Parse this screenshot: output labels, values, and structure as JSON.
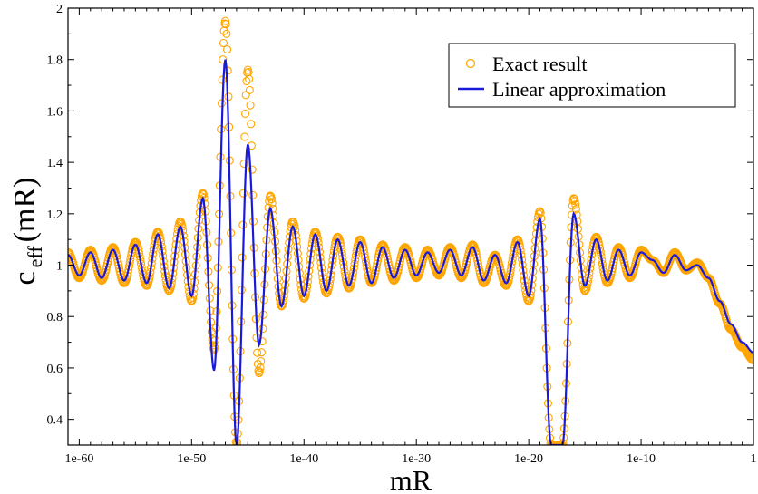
{
  "chart_data": {
    "type": "line",
    "xlabel": "mR",
    "ylabel_main": "c",
    "ylabel_sub": "eff",
    "ylabel_tail": "(mR)",
    "x_scale": "log",
    "xlim": [
      1e-61,
      1
    ],
    "ylim": [
      0.3,
      2.0
    ],
    "x_ticks": [
      {
        "value": 1e-60,
        "label": "1e-60"
      },
      {
        "value": 1e-50,
        "label": "1e-50"
      },
      {
        "value": 1e-40,
        "label": "1e-40"
      },
      {
        "value": 1e-30,
        "label": "1e-30"
      },
      {
        "value": 1e-20,
        "label": "1e-20"
      },
      {
        "value": 1e-10,
        "label": "1e-10"
      },
      {
        "value": 1,
        "label": "1"
      }
    ],
    "y_ticks": [
      {
        "value": 0.4,
        "label": "0.4"
      },
      {
        "value": 0.6,
        "label": "0.6"
      },
      {
        "value": 0.8,
        "label": "0.8"
      },
      {
        "value": 1.0,
        "label": "1"
      },
      {
        "value": 1.2,
        "label": "1.2"
      },
      {
        "value": 1.4,
        "label": "1.4"
      },
      {
        "value": 1.6,
        "label": "1.6"
      },
      {
        "value": 1.8,
        "label": "1.8"
      },
      {
        "value": 2.0,
        "label": "2"
      }
    ],
    "grid": false,
    "legend_position": "top-right",
    "series": [
      {
        "name": "Exact result",
        "style": "markers",
        "marker": "open-circle",
        "color": "#ffa500",
        "points": [
          [
            1e-61,
            1.05
          ],
          [
            1e-60,
            0.95
          ],
          [
            1e-59,
            1.06
          ],
          [
            1e-58,
            0.94
          ],
          [
            1e-57,
            1.07
          ],
          [
            1e-56,
            0.93
          ],
          [
            1e-55,
            1.09
          ],
          [
            1e-54,
            0.92
          ],
          [
            1e-53,
            1.13
          ],
          [
            1e-52,
            0.9
          ],
          [
            1e-51,
            1.17
          ],
          [
            1e-50,
            0.86
          ],
          [
            1e-49,
            1.28
          ],
          [
            1e-48,
            0.67
          ],
          [
            1e-47,
            1.95
          ],
          [
            1e-46,
            0.3
          ],
          [
            1e-45,
            1.76
          ],
          [
            1e-44,
            0.58
          ],
          [
            1e-43,
            1.27
          ],
          [
            1e-42,
            0.84
          ],
          [
            1e-41,
            1.17
          ],
          [
            1e-40,
            0.87
          ],
          [
            1e-39,
            1.13
          ],
          [
            1e-38,
            0.89
          ],
          [
            1e-37,
            1.11
          ],
          [
            1e-36,
            0.91
          ],
          [
            1e-35,
            1.1
          ],
          [
            1e-34,
            0.93
          ],
          [
            1e-33,
            1.08
          ],
          [
            1e-32,
            0.94
          ],
          [
            1e-31,
            1.07
          ],
          [
            1e-30,
            0.95
          ],
          [
            1e-29,
            1.06
          ],
          [
            1e-28,
            0.96
          ],
          [
            1e-27,
            1.07
          ],
          [
            1e-26,
            0.95
          ],
          [
            1e-25,
            1.08
          ],
          [
            1e-24,
            0.93
          ],
          [
            1e-23,
            1.04
          ],
          [
            1e-22,
            0.92
          ],
          [
            1e-21,
            1.1
          ],
          [
            1e-20,
            0.86
          ],
          [
            1e-19,
            1.21
          ],
          [
            1e-18,
            0.3
          ],
          [
            1e-17,
            0.3
          ],
          [
            1e-16,
            1.26
          ],
          [
            1e-15,
            0.9
          ],
          [
            1e-14,
            1.11
          ],
          [
            1e-13,
            0.93
          ],
          [
            1e-12,
            1.07
          ],
          [
            1e-11,
            0.95
          ],
          [
            1e-10,
            1.06
          ],
          [
            1e-09,
            1.02
          ],
          [
            1e-08,
            0.97
          ],
          [
            1e-07,
            1.05
          ],
          [
            1e-06,
            0.98
          ],
          [
            1e-05,
            1.01
          ],
          [
            0.0001,
            0.95
          ],
          [
            0.001,
            0.85
          ],
          [
            0.01,
            0.75
          ],
          [
            0.1,
            0.68
          ],
          [
            1,
            0.63
          ]
        ]
      },
      {
        "name": "Linear approximation",
        "style": "line",
        "color": "#1a1adb",
        "points": [
          [
            1e-61,
            1.04
          ],
          [
            1e-60,
            0.96
          ],
          [
            1e-59,
            1.05
          ],
          [
            1e-58,
            0.95
          ],
          [
            1e-57,
            1.06
          ],
          [
            1e-56,
            0.94
          ],
          [
            1e-55,
            1.08
          ],
          [
            1e-54,
            0.93
          ],
          [
            1e-53,
            1.12
          ],
          [
            1e-52,
            0.91
          ],
          [
            1e-51,
            1.15
          ],
          [
            1e-50,
            0.88
          ],
          [
            1e-49,
            1.26
          ],
          [
            1e-48,
            0.59
          ],
          [
            1e-47,
            1.8
          ],
          [
            1e-46,
            0.3
          ],
          [
            1e-45,
            1.47
          ],
          [
            1e-44,
            0.69
          ],
          [
            1e-43,
            1.22
          ],
          [
            1e-42,
            0.84
          ],
          [
            1e-41,
            1.15
          ],
          [
            1e-40,
            0.88
          ],
          [
            1e-39,
            1.12
          ],
          [
            1e-38,
            0.9
          ],
          [
            1e-37,
            1.1
          ],
          [
            1e-36,
            0.92
          ],
          [
            1e-35,
            1.09
          ],
          [
            1e-34,
            0.93
          ],
          [
            1e-33,
            1.07
          ],
          [
            1e-32,
            0.95
          ],
          [
            1e-31,
            1.06
          ],
          [
            1e-30,
            0.96
          ],
          [
            1e-29,
            1.05
          ],
          [
            1e-28,
            0.97
          ],
          [
            1e-27,
            1.06
          ],
          [
            1e-26,
            0.96
          ],
          [
            1e-25,
            1.07
          ],
          [
            1e-24,
            0.94
          ],
          [
            1e-23,
            1.04
          ],
          [
            1e-22,
            0.93
          ],
          [
            1e-21,
            1.09
          ],
          [
            1e-20,
            0.88
          ],
          [
            1e-19,
            1.18
          ],
          [
            1e-18,
            0.3
          ],
          [
            1e-17,
            0.3
          ],
          [
            1e-16,
            1.2
          ],
          [
            1e-15,
            0.92
          ],
          [
            1e-14,
            1.1
          ],
          [
            1e-13,
            0.94
          ],
          [
            1e-12,
            1.06
          ],
          [
            1e-11,
            0.96
          ],
          [
            1e-10,
            1.05
          ],
          [
            1e-09,
            1.02
          ],
          [
            1e-08,
            0.97
          ],
          [
            1e-07,
            1.04
          ],
          [
            1e-06,
            0.98
          ],
          [
            1e-05,
            1.0
          ],
          [
            0.0001,
            0.95
          ],
          [
            0.001,
            0.86
          ],
          [
            0.01,
            0.77
          ],
          [
            0.1,
            0.7
          ],
          [
            1,
            0.66
          ]
        ]
      }
    ]
  }
}
